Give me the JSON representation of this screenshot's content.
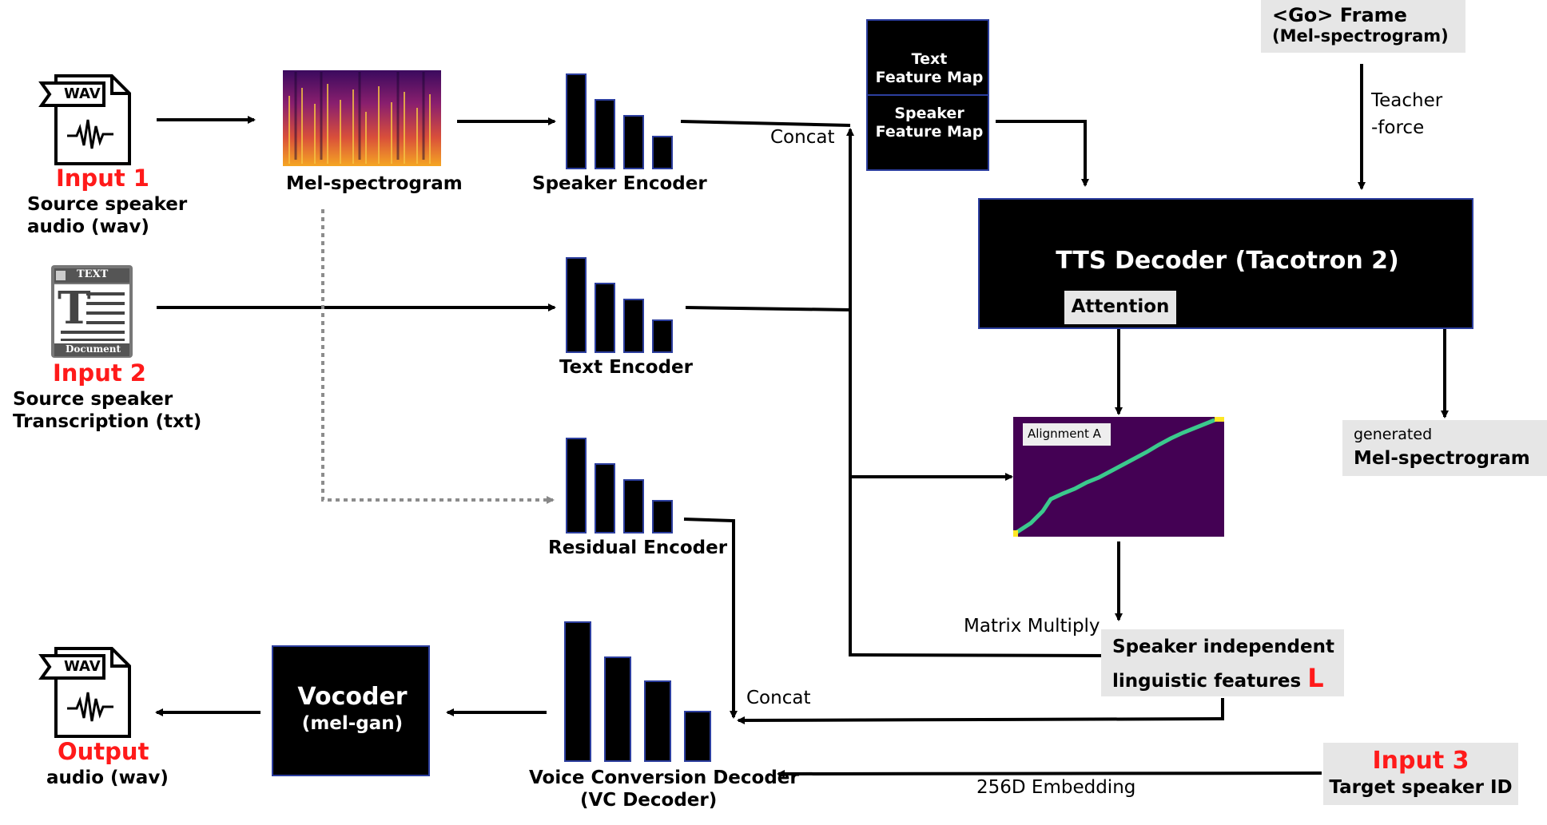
{
  "inputs": {
    "input1": {
      "title": "Input 1",
      "line1": "Source speaker",
      "line2": "audio (wav)",
      "icon_text": "WAV"
    },
    "input2": {
      "title": "Input 2",
      "line1": "Source speaker",
      "line2": "Transcription (txt)",
      "icon_top": "TEXT",
      "icon_letter": "T",
      "icon_bottom": "Document"
    },
    "input3": {
      "title": "Input 3",
      "line1": "Target speaker ID"
    },
    "output": {
      "title": "Output",
      "line1": "audio (wav)",
      "icon_text": "WAV"
    }
  },
  "labels": {
    "mel_spectrogram": "Mel-spectrogram",
    "speaker_encoder": "Speaker Encoder",
    "text_encoder": "Text Encoder",
    "residual_encoder": "Residual Encoder",
    "vc_decoder_line1": "Voice Conversion Decoder",
    "vc_decoder_line2": "(VC Decoder)",
    "vocoder_line1": "Vocoder",
    "vocoder_line2": "(mel-gan)",
    "text_feature_map_line1": "Text",
    "text_feature_map_line2": "Feature Map",
    "speaker_feature_map_line1": "Speaker",
    "speaker_feature_map_line2": "Feature Map",
    "tts_decoder": "TTS Decoder (Tacotron 2)",
    "attention": "Attention",
    "go_frame_line1": "<Go> Frame",
    "go_frame_line2": "(Mel-spectrogram)",
    "teacher_force_line1": "Teacher",
    "teacher_force_line2": "-force",
    "generated_line1": "generated",
    "generated_line2": "Mel-spectrogram",
    "alignment": "Alignment A",
    "matrix_multiply": "Matrix Multiply",
    "concat_top": "Concat",
    "concat_bottom": "Concat",
    "speaker_independent_line1": "Speaker independent",
    "speaker_independent_line2": "linguistic features",
    "speaker_independent_symbol": "L",
    "embedding": "256D Embedding"
  },
  "colors": {
    "accent_red": "#ff1a1a",
    "box_border": "#2c3e9e",
    "alignment_bg": "#440154",
    "alignment_line": "#3bc98d",
    "alignment_end": "#fde725"
  }
}
